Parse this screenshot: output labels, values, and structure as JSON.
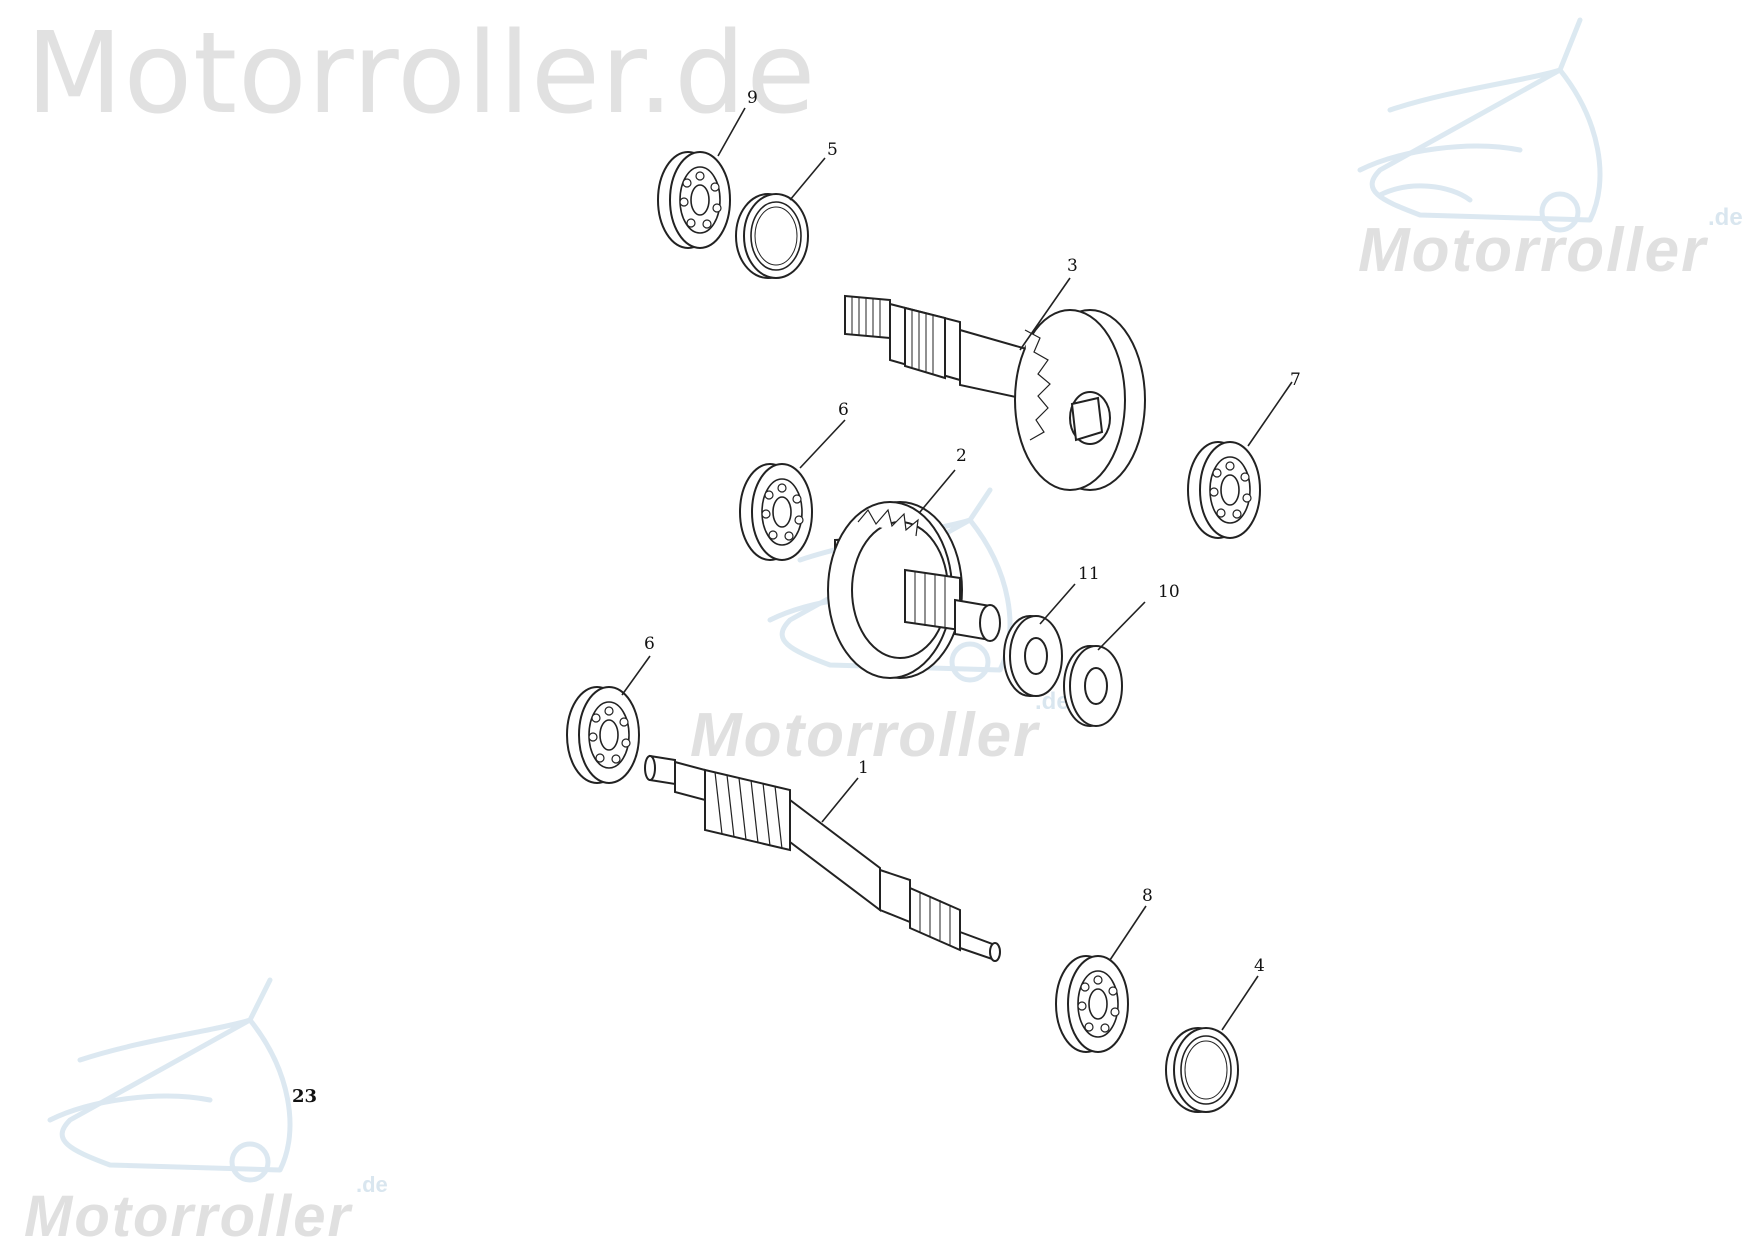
{
  "watermark": {
    "main_text": "Motorroller.de",
    "brand_text": "Motorroller",
    "brand_suffix": ".de",
    "color": "#e1e1e1",
    "accent_color": "#d9e6ef"
  },
  "callouts": {
    "part_1": "1",
    "part_2": "2",
    "part_3": "3",
    "part_4": "4",
    "part_5": "5",
    "part_6_upper": "6",
    "part_6_lower": "6",
    "part_7": "7",
    "part_8": "8",
    "part_9": "9",
    "part_10": "10",
    "part_11": "11"
  },
  "page_number": "23"
}
